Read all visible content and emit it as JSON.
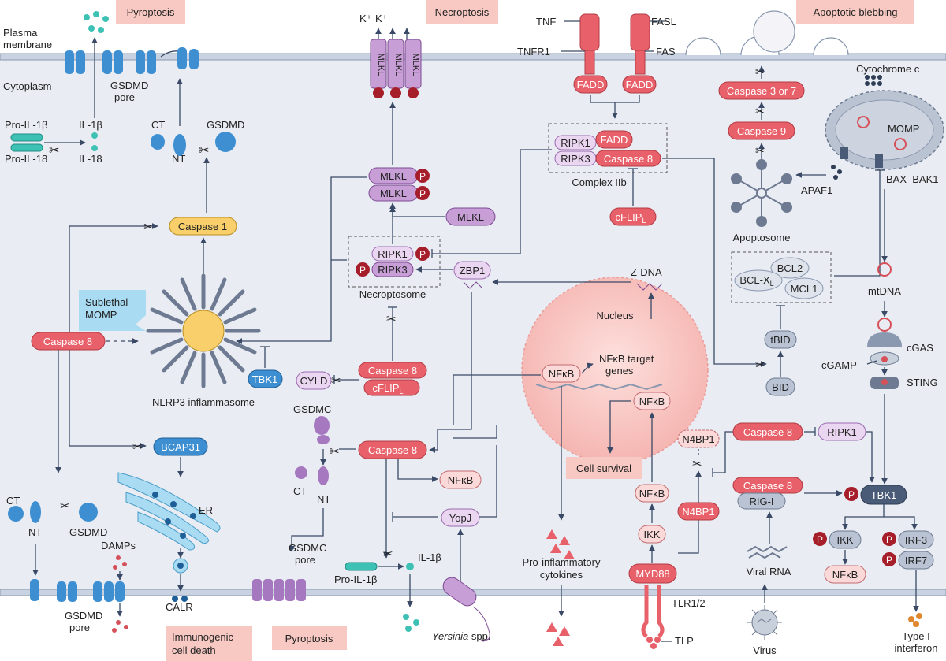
{
  "banners": {
    "pyroptosis_top": "Pyroptosis",
    "necroptosis": "Necroptosis",
    "apoptotic_blebbing": "Apoptotic blebbing",
    "immunogenic": "Immunogenic cell death",
    "pyroptosis_bottom": "Pyroptosis",
    "cell_survival": "Cell survival",
    "sublethal_momp": "Sublethal MOMP"
  },
  "compartments": {
    "plasma_membrane": "Plasma membrane",
    "cytoplasm": "Cytoplasm",
    "nucleus": "Nucleus",
    "er": "ER",
    "momp": "MOMP",
    "cytochrome_c": "Cytochrome c"
  },
  "nodes": {
    "caspase8_left": "Caspase 8",
    "caspase1": "Caspase 1",
    "nlrp3": "NLRP3 inflammasome",
    "tbk1_left": "TBK1",
    "bcap31": "BCAP31",
    "calr": "CALR",
    "damps": "DAMPs",
    "gsdmd_pore_top": "GSDMD pore",
    "gsdmd_pore_bottom": "GSDMD pore",
    "gsdmd_top": "GSDMD",
    "gsdmd_bottom": "GSDMD",
    "ct_top": "CT",
    "nt_top": "NT",
    "ct_bottom": "CT",
    "nt_bottom": "NT",
    "pro_il1b": "Pro-IL-1β",
    "pro_il18": "Pro-IL-18",
    "il1b": "IL-1β",
    "il18": "IL-18",
    "k1": "K⁺",
    "k2": "K⁺",
    "mlkl_label": "MLKL",
    "mlkl1": "MLKL",
    "mlkl2": "MLKL",
    "mlkl3": "MLKL",
    "p": "P",
    "ripk1": "RIPK1",
    "ripk3": "RIPK3",
    "zbp1": "ZBP1",
    "necroptosome": "Necroptosome",
    "z_dna": "Z-DNA",
    "cyld": "CYLD",
    "caspase8_mid": "Caspase 8",
    "cflip": "cFLIP",
    "cflip_sub": "L",
    "gsdmc": "GSDMC",
    "ct_mid": "CT",
    "nt_mid": "NT",
    "gsdmc_pore": "GSDMC pore",
    "caspase8_low": "Caspase 8",
    "nfkb_low": "NFκB",
    "pro_il1b_low": "Pro-IL-1β",
    "il1b_low": "IL-1β",
    "yopj": "YopJ",
    "yersinia": "Yersinia",
    "yersinia_suffix": "spp.",
    "tnf": "TNF",
    "tnfr1": "TNFR1",
    "fasl": "FASL",
    "fas": "FAS",
    "fadd": "FADD",
    "complex_ripk1": "RIPK1",
    "complex_ripk3": "RIPK3",
    "complex_fadd": "FADD",
    "complex_casp8": "Caspase 8",
    "complex_iib": "Complex IIb",
    "cflip_right": "cFLIP",
    "nfkb_nuc": "NFκB",
    "nfkb_target": "NFκB target genes",
    "nfkb_nuc2": "NFκB",
    "pro_inflammatory": "Pro-inflammatory cytokines",
    "nfkb_myd": "NFκB",
    "ikk_myd": "IKK",
    "myd88": "MYD88",
    "tlr": "TLR1/2",
    "tlp": "TLP",
    "n4bp1_top": "N4BP1",
    "n4bp1": "N4BP1",
    "caspase3": "Caspase 3 or 7",
    "caspase9": "Caspase 9",
    "apaf1": "APAF1",
    "apoptosome": "Apoptosome",
    "bax_bak": "BAX–BAK1",
    "bcl2": "BCL2",
    "bclx": "BCL-X",
    "bclx_sub": "L",
    "mcl1": "MCL1",
    "tbid": "tBID",
    "bid": "BID",
    "mtdna": "mtDNA",
    "cgas": "cGAS",
    "cgamp": "cGAMP",
    "sting": "STING",
    "caspase8_r1": "Caspase 8",
    "ripk1_r": "RIPK1",
    "caspase8_r2": "Caspase 8",
    "rig_i": "RIG-I",
    "viral_rna": "Viral RNA",
    "virus": "Virus",
    "tbk1_r": "TBK1",
    "ikk_r": "IKK",
    "nfkb_r": "NFκB",
    "irf3": "IRF3",
    "irf7": "IRF7",
    "type1": "Type I interferon",
    "type1_a": "Type I",
    "type1_b": "interferon"
  },
  "colors": {
    "caspase": "#e8616a",
    "mlkl": "#c79fd6",
    "gsdmd": "#3d8fd1",
    "membrane": "#c8d2e0",
    "cytoplasm": "#e9edf3",
    "nucleus": "#f9c5c2",
    "banner": "#f7c9c2"
  }
}
